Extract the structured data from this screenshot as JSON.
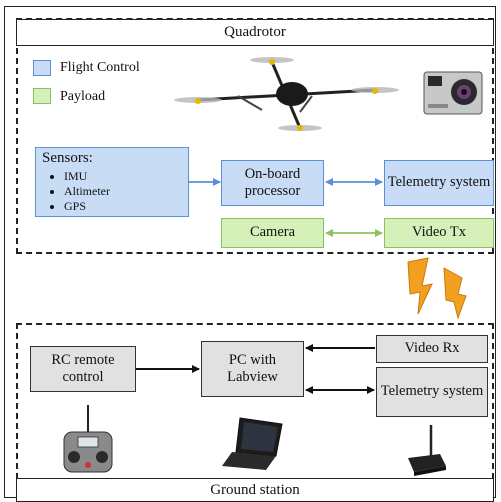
{
  "top_region": {
    "title": "Quadrotor"
  },
  "legend": [
    {
      "label": "Flight Control",
      "color": "#c9dcf5"
    },
    {
      "label": "Payload",
      "color": "#d5f0b9"
    }
  ],
  "sensors": {
    "heading": "Sensors:",
    "items": [
      "IMU",
      "Altimeter",
      "GPS"
    ]
  },
  "onboard": {
    "label": "On-board processor"
  },
  "telemetry_air": {
    "label": "Telemetry system"
  },
  "camera": {
    "label": "Camera"
  },
  "video_tx": {
    "label": "Video Tx"
  },
  "bottom_region": {
    "title": "Ground station"
  },
  "rc": {
    "label": "RC remote control"
  },
  "pc": {
    "label": "PC with Labview"
  },
  "video_rx": {
    "label": "Video Rx"
  },
  "telemetry_ground": {
    "label": "Telemetry system"
  },
  "colors": {
    "flight_control": "#5b8fd6",
    "payload": "#8bc25d",
    "wireless": "#f3a020"
  },
  "images": [
    "quadrotor-photo",
    "gopro-camera-photo",
    "rc-transmitter-photo",
    "laptop-photo",
    "telemetry-radio-photo"
  ]
}
